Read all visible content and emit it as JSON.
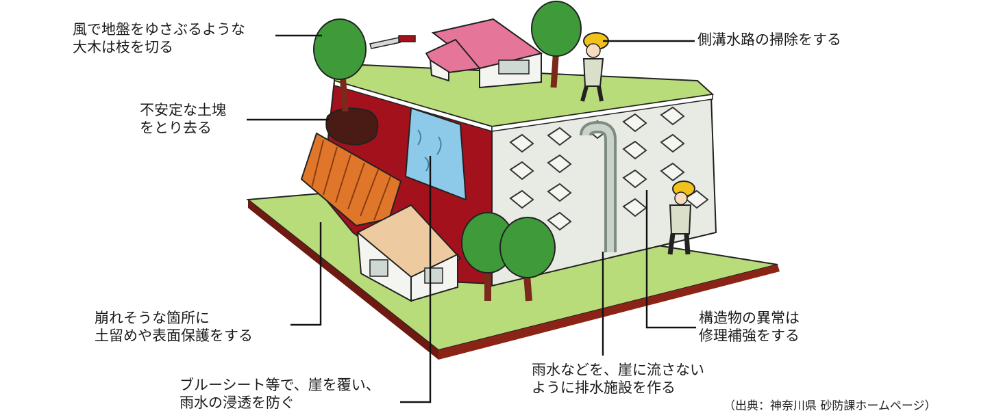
{
  "annotations": {
    "prune_trees": [
      "風で地盤をゆさぶるような",
      "大木は枝を切る"
    ],
    "remove_soil": [
      "不安定な土塊",
      "をとり去る"
    ],
    "retaining": [
      "崩れそうな箇所に",
      "土留めや表面保護をする"
    ],
    "blue_sheet": [
      "ブルーシート等で、崖を覆い、",
      "雨水の浸透を防ぐ"
    ],
    "clean_drain": [
      "側溝水路の掃除をする"
    ],
    "repair_structure": [
      "構造物の異常は",
      "修理補強をする"
    ],
    "drainage": [
      "雨水などを、崖に流さない",
      "ように排水施設を作る"
    ]
  },
  "source": "（出典：神奈川県 砂防課ホームページ）",
  "colors": {
    "cliff": "#a3111d",
    "ground": "#b9dc7a",
    "ground_edge": "#6e1a12",
    "tree": "#3f9a3a",
    "trunk": "#7a2a1a",
    "wall": "#e8ebe4",
    "sheet": "#8dc9e8",
    "retaining": "#e0762a",
    "roof_pink": "#e6759a",
    "roof_tan": "#eecaa0",
    "helmet": "#f2c21c"
  }
}
